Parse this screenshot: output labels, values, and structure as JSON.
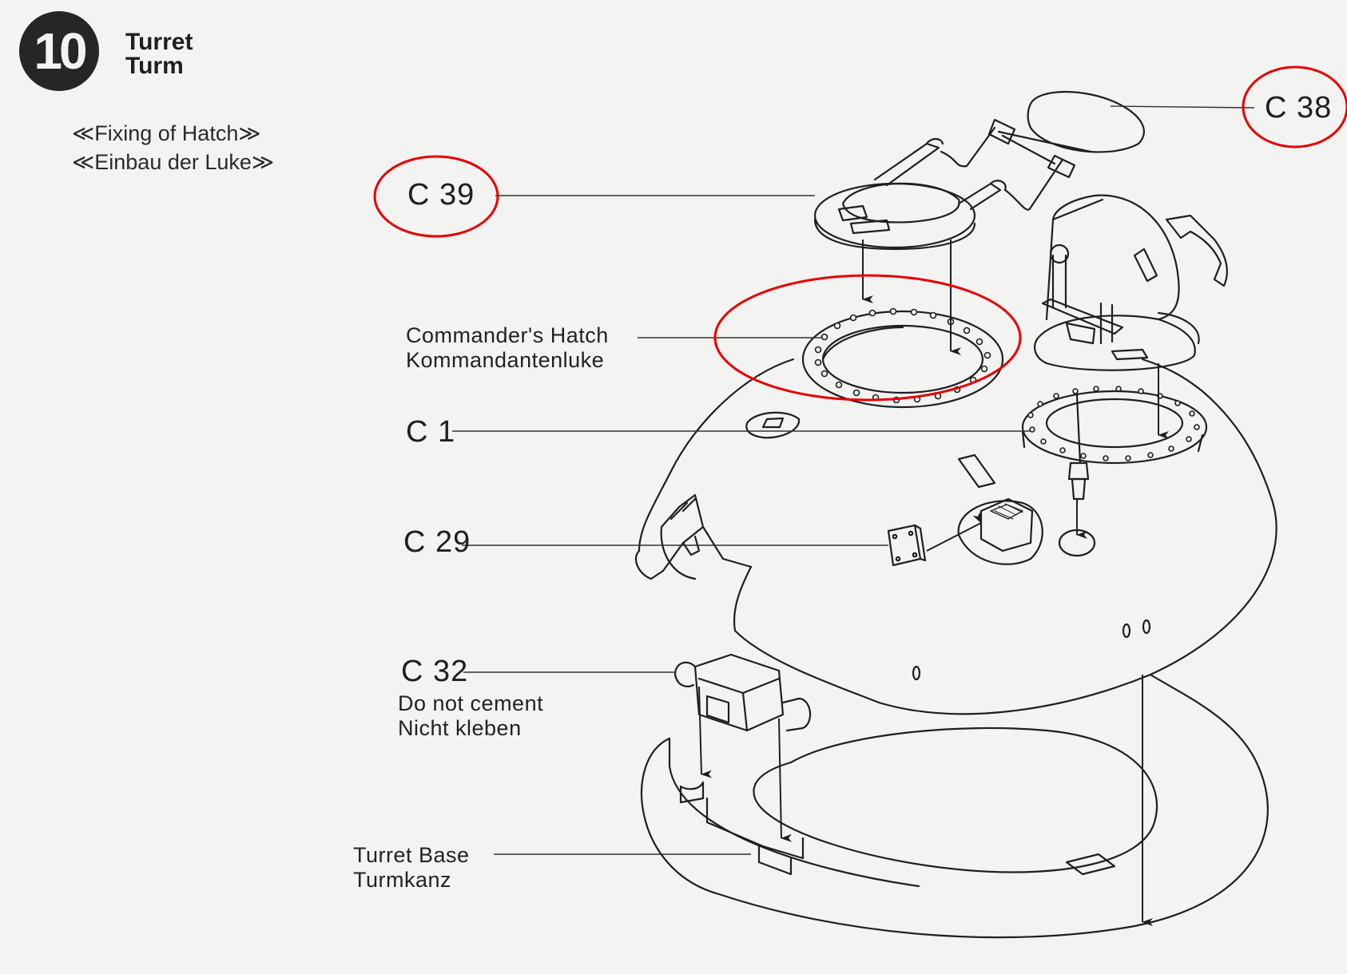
{
  "step": {
    "number": "10",
    "title_en": "Turret",
    "title_de": "Turm",
    "subtitle_en": "≪Fixing of Hatch≫",
    "subtitle_de": "≪Einbau der Luke≫"
  },
  "labels": {
    "c38": "C 38",
    "c39": "C 39",
    "c1": "C 1",
    "c29": "C 29",
    "c32": "C 32",
    "commander_hatch_en": "Commander's Hatch",
    "commander_hatch_de": "Kommandantenluke",
    "c32_note_en": "Do not cement",
    "c32_note_de": "Nicht kleben",
    "turret_base_en": "Turret Base",
    "turret_base_de": "Turmkanz"
  },
  "colors": {
    "ink": "#1f1f1f",
    "paper": "#f3f3f1",
    "highlight": "#e60000"
  }
}
